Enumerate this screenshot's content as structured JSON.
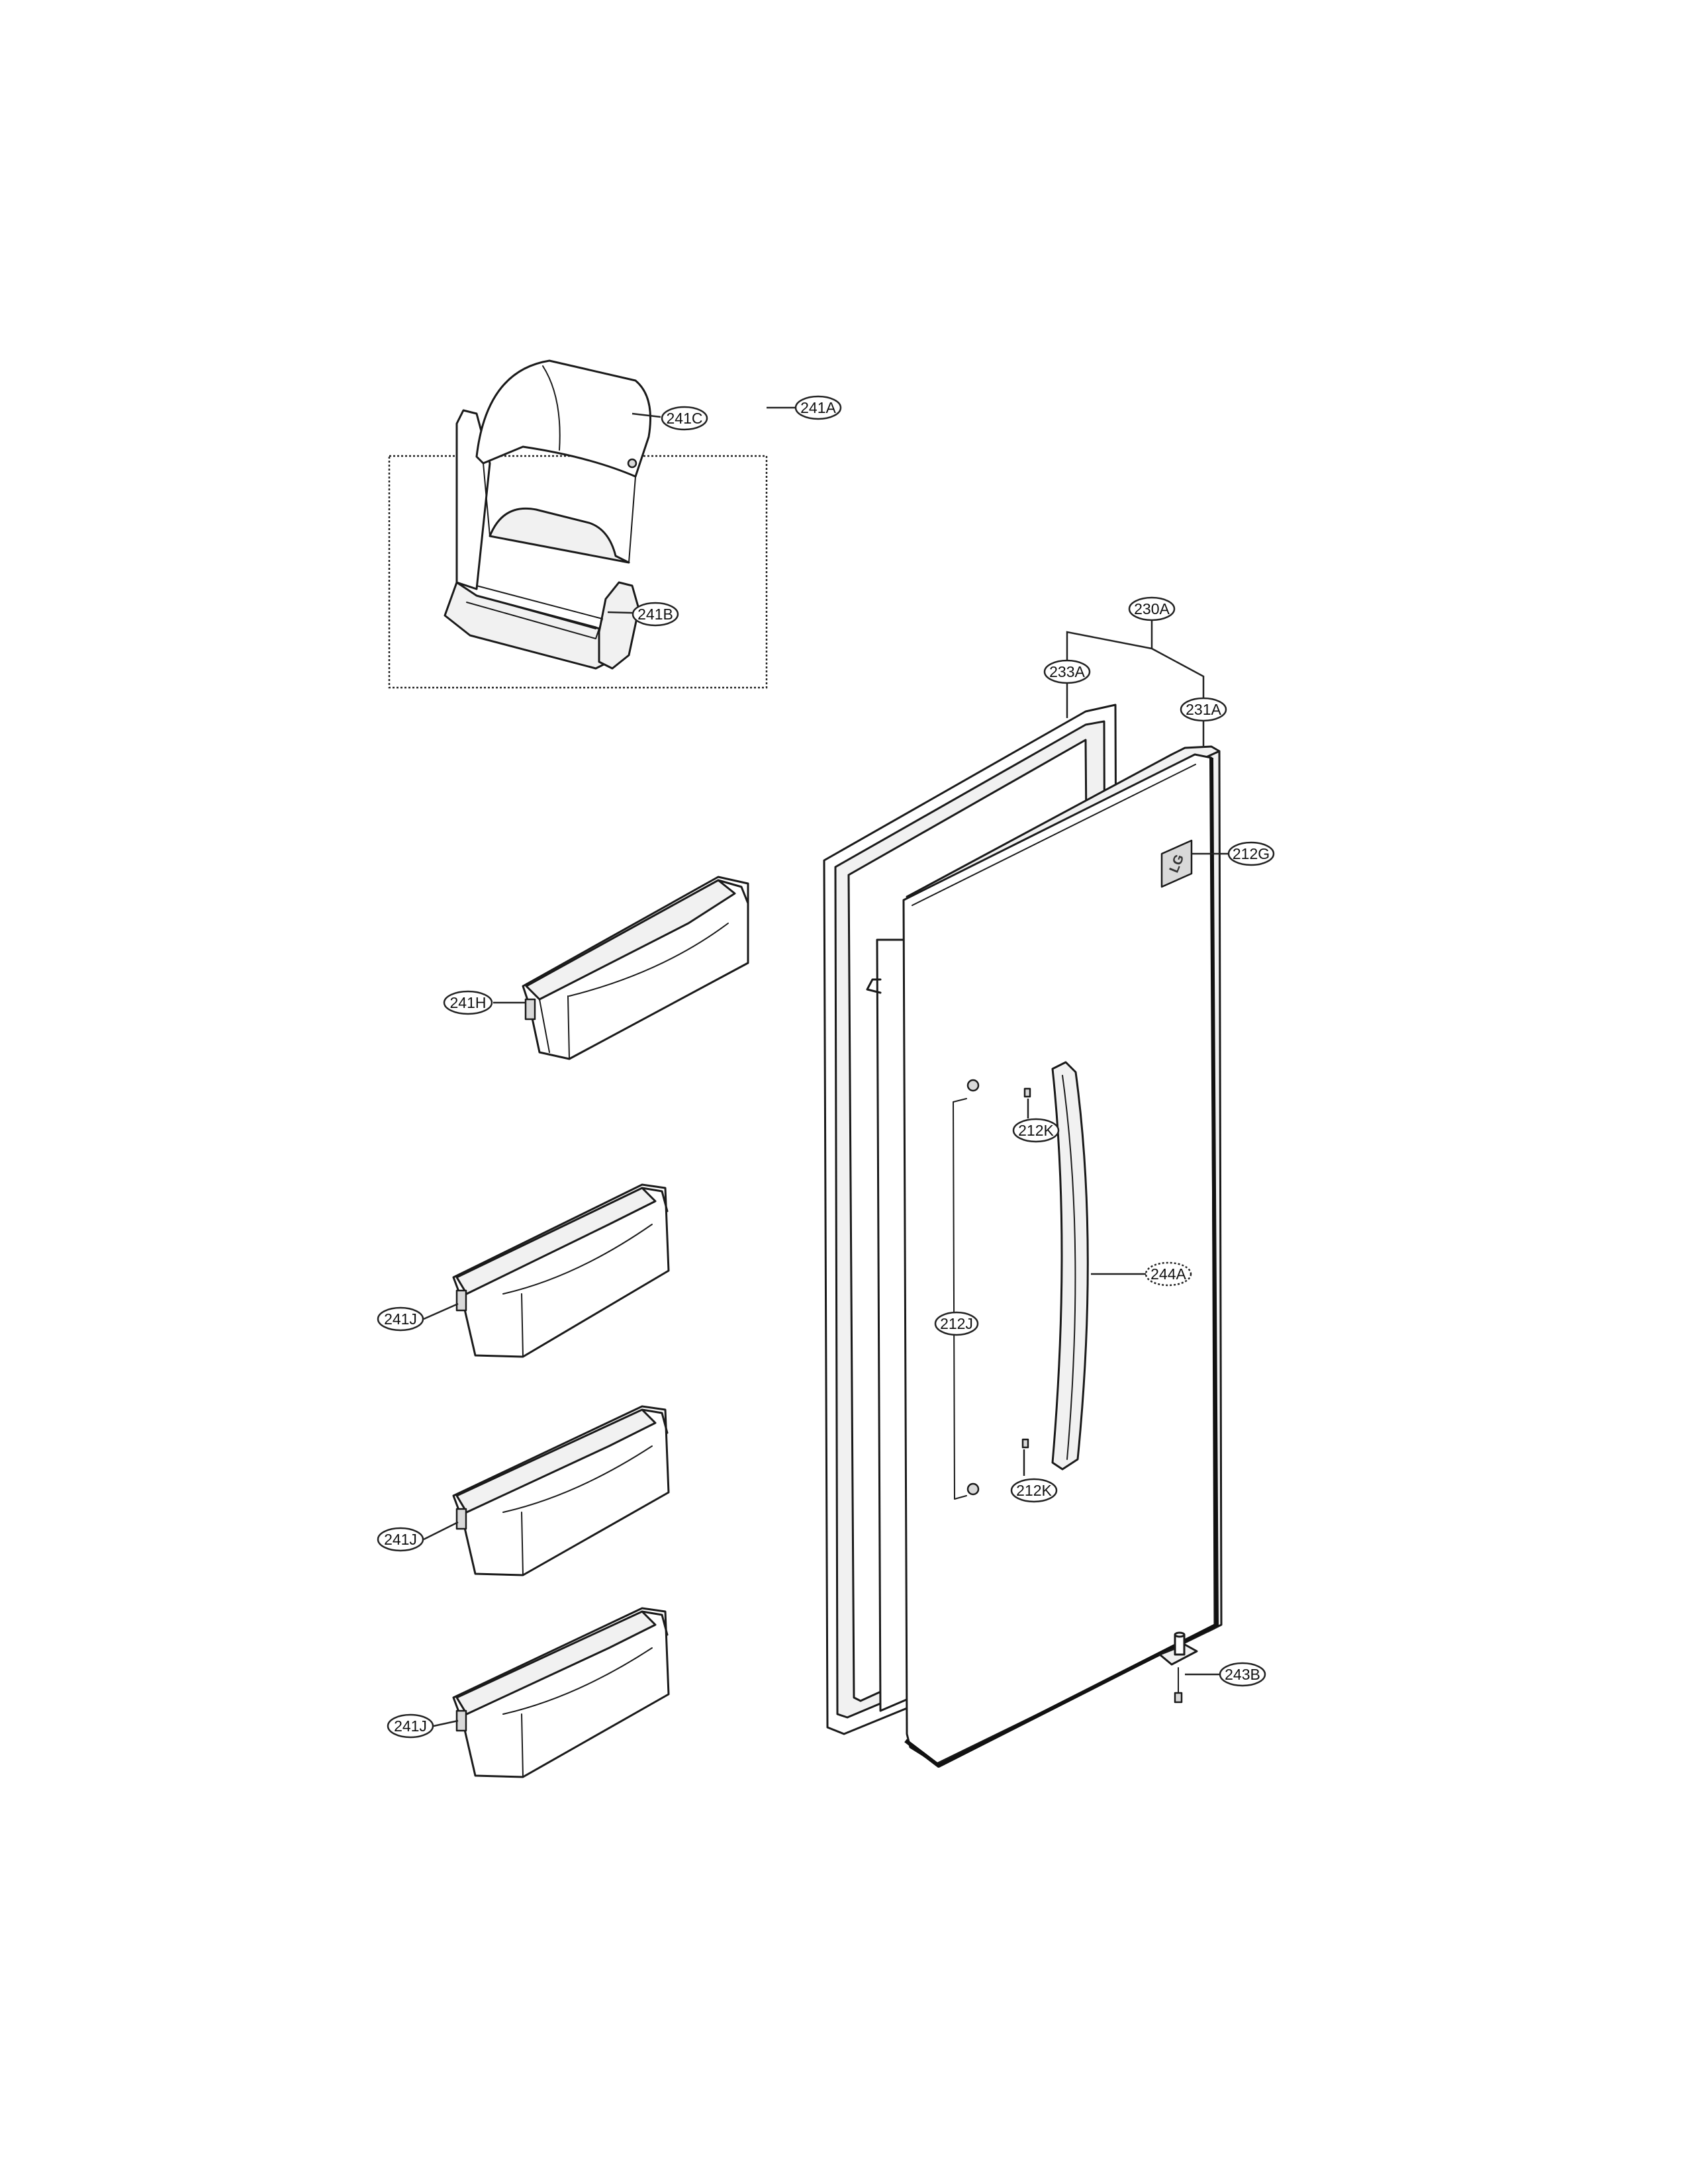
{
  "brand_logo": "LG",
  "callouts": {
    "c241A": "241A",
    "c241C": "241C",
    "c241B": "241B",
    "c230A": "230A",
    "c233A": "233A",
    "c231A": "231A",
    "c212G": "212G",
    "c241H": "241H",
    "c212K_top": "212K",
    "c244A": "244A",
    "c212J": "212J",
    "c212K_bottom": "212K",
    "c241J_1": "241J",
    "c241J_2": "241J",
    "c241J_3": "241J",
    "c243B": "243B"
  }
}
